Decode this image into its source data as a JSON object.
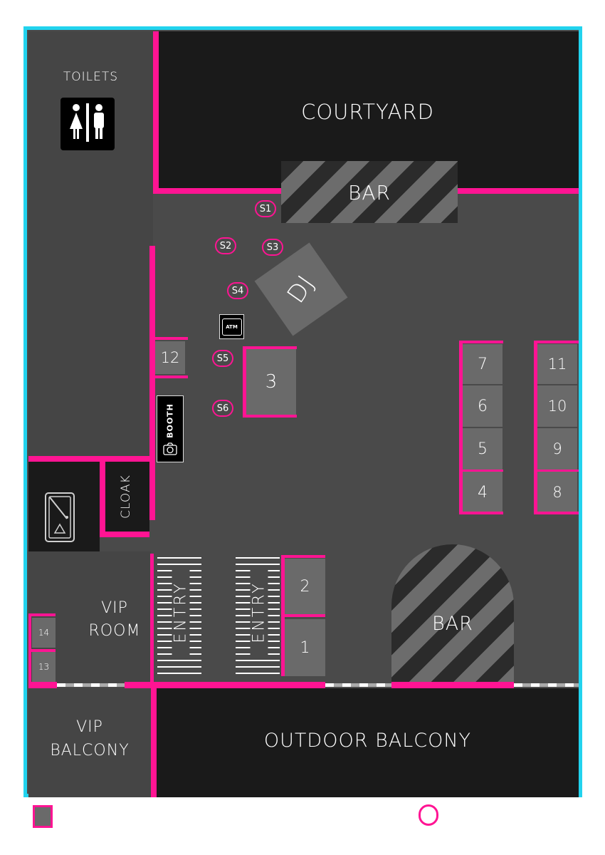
{
  "map": {
    "zones": {
      "toilets": "TOILETS",
      "courtyard": "COURTYARD",
      "top_bar": "BAR",
      "dj": "DJ",
      "atm": "ATM",
      "booth": "BOOTH",
      "cloak": "CLOAK",
      "vip_room": "VIP\nROOM",
      "vip_balcony": "VIP\nBALCONY",
      "outdoor_balcony": "OUTDOOR BALCONY",
      "bottom_bar": "BAR",
      "entry_1": "ENTRY",
      "entry_2": "ENTRY"
    },
    "speakers": [
      "S1",
      "S2",
      "S3",
      "S4",
      "S5",
      "S6"
    ],
    "tables": {
      "t1": "1",
      "t2": "2",
      "t3": "3",
      "t4": "4",
      "t5": "5",
      "t6": "6",
      "t7": "7",
      "t8": "8",
      "t9": "9",
      "t10": "10",
      "t11": "11",
      "t12": "12",
      "t13": "13",
      "t14": "14"
    },
    "colors": {
      "accent": "#ff1493",
      "border": "#22d3ee",
      "floor": "#4a4a4a",
      "dark": "#1a1a1a",
      "table": "#6a6a6a"
    },
    "icons": [
      "toilets-icon",
      "atm-icon",
      "camera-icon",
      "pool-table-icon"
    ]
  }
}
